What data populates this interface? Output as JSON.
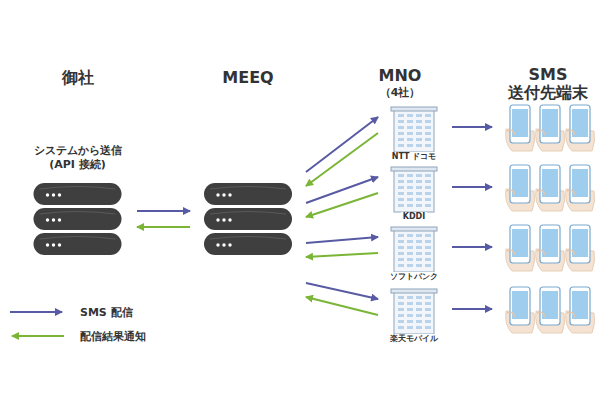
{
  "diagram": {
    "nodes": [
      {
        "text": [
          "御社",
          "システムから送信 (API 接続)"
        ]
      },
      {
        "text": [
          "MEEQ"
        ]
      },
      {
        "text": [
          "NTT ドコモ"
        ]
      },
      {
        "text": [
          "KDDI"
        ]
      },
      {
        "text": [
          "ソフトバンク"
        ]
      },
      {
        "text": [
          "楽天モバイル"
        ]
      }
    ],
    "edges": [
      {
        "from": 0,
        "to": 1,
        "arrow": "to"
      },
      {
        "from": 1,
        "to": 0,
        "arrow": "to"
      },
      {
        "from": 1,
        "to": 2,
        "arrow": "to"
      },
      {
        "from": 2,
        "to": 1,
        "arrow": "to"
      },
      {
        "from": 1,
        "to": 3,
        "arrow": "to"
      },
      {
        "from": 3,
        "to": 1,
        "arrow": "to"
      },
      {
        "from": 1,
        "to": 4,
        "arrow": "to"
      },
      {
        "from": 4,
        "to": 1,
        "arrow": "to"
      },
      {
        "from": 1,
        "to": 5,
        "arrow": "to"
      },
      {
        "from": 5,
        "to": 1,
        "arrow": "to"
      }
    ],
    "labels": [
      "MNO",
      "（4社）",
      "SMS 送付先端末"
    ],
    "legend": [
      {
        "text": "SMS 配信"
      },
      {
        "text": "配信結果通知"
      }
    ]
  }
}
